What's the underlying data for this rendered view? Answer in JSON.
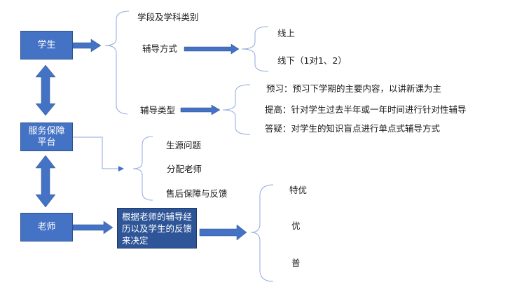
{
  "nodes": {
    "student": "学生",
    "platform_line1": "服务保障",
    "platform_line2": "平台",
    "teacher": "老师",
    "decision": "根据老师的辅导经历以及学生的反馈来决定"
  },
  "student_branch": {
    "category": "学段及学科类别",
    "method": {
      "label": "辅导方式",
      "options": [
        "线上",
        "线下（1对1、2）"
      ]
    },
    "type": {
      "label": "辅导类型",
      "options": [
        "预习：预习下学期的主要内容，以讲新课为主",
        "提高：针对学生过去半年或一年时间进行针对性辅导",
        "答疑：对学生的知识盲点进行单点式辅导方式"
      ]
    }
  },
  "platform_branch": {
    "items": [
      "生源问题",
      "分配老师",
      "售后保障与反馈"
    ]
  },
  "teacher_branch": {
    "levels": [
      "特优",
      "优",
      "普"
    ]
  },
  "colors": {
    "node_fill": "#4472c4",
    "node_dark": "#2e5597",
    "line": "#8faadc"
  }
}
